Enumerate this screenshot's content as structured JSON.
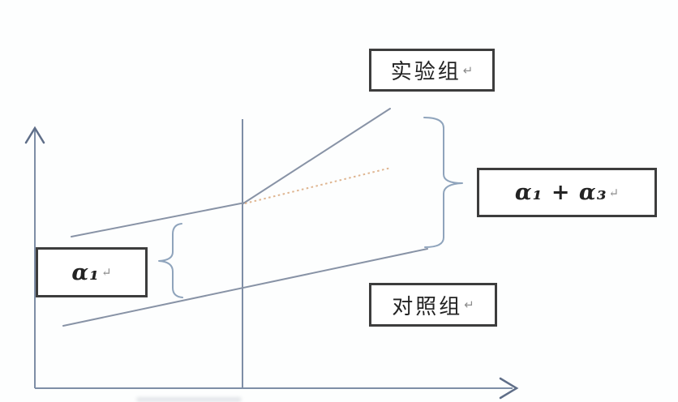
{
  "colors": {
    "background": "#fdfefe",
    "axis": "#7e8ea6",
    "arrowhead": "#5f6e88",
    "event_line": "#7e8ea6",
    "trend_line": "#8893a6",
    "brace": "#8fa4bc",
    "counterfactual_dotted": "#d9a87c",
    "box_border": "#3d3d3d",
    "label_text": "#232323",
    "return_mark": "#8c8c8c"
  },
  "labels": {
    "treatment_group": "实验组",
    "control_group": "对照组",
    "alpha1": "α₁",
    "alpha1_plus_alpha3": "α₁ + α₃",
    "return_mark": "↵"
  },
  "diagram": {
    "type": "difference-in-differences",
    "lines": [
      {
        "name": "treatment-pre-trend",
        "style": "solid",
        "group": "实验组",
        "period": "pre-event"
      },
      {
        "name": "treatment-post-trend",
        "style": "solid",
        "group": "实验组",
        "period": "post-event",
        "slope": "steeper"
      },
      {
        "name": "control-trend",
        "style": "solid",
        "group": "对照组",
        "period": "full"
      },
      {
        "name": "counterfactual-trend",
        "style": "dotted",
        "period": "post-event",
        "parallel_to": "treatment-pre-trend"
      },
      {
        "name": "treatment-event-line",
        "style": "solid",
        "orientation": "vertical"
      }
    ],
    "annotations": [
      {
        "brace": "left",
        "opens": "right",
        "measures": "α₁",
        "between": [
          "treatment-pre-trend",
          "control-trend"
        ]
      },
      {
        "brace": "right",
        "opens": "left",
        "measures": "α₁ + α₃",
        "between": [
          "treatment-post-trend",
          "control-trend"
        ]
      }
    ],
    "axes": {
      "x_label": "",
      "y_label": "",
      "arrows": [
        "y-up",
        "x-right"
      ]
    }
  }
}
